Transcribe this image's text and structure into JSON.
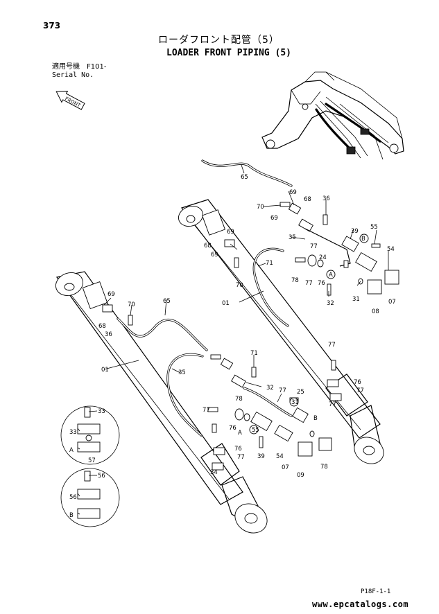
{
  "header": {
    "page_number": "373",
    "title_jp": "ローダフロント配管（5）",
    "title_en": "LOADER FRONT PIPING (5)",
    "serial_jp": "適用号機　F101-",
    "serial_en": "Serial No.",
    "front_arrow_label": "FRONT"
  },
  "footer": {
    "sheet_code": "P18F-1-1",
    "website": "www.epcatalogs.com"
  },
  "callouts": [
    "65",
    "69",
    "70",
    "68",
    "69",
    "36",
    "35",
    "39",
    "55",
    "B",
    "54",
    "77",
    "24",
    "71",
    "78",
    "77",
    "76",
    "A",
    "32",
    "31",
    "07",
    "08",
    "01",
    "69",
    "68",
    "69",
    "70",
    "70",
    "65",
    "01",
    "69",
    "68",
    "36",
    "71",
    "35",
    "32",
    "25",
    "77",
    "78",
    "77",
    "76",
    "A",
    "31",
    "B",
    "55",
    "39",
    "54",
    "07",
    "09",
    "78",
    "77",
    "76",
    "77",
    "77",
    "76",
    "77",
    "34",
    "33",
    "33",
    "A",
    "57",
    "56",
    "56",
    "B"
  ]
}
